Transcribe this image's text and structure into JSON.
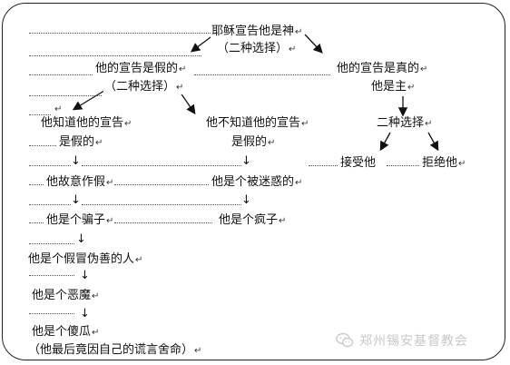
{
  "paragraph_mark": "↵",
  "down_arrow": "↓",
  "nodes": {
    "root_line1": "耶稣宣告他是神",
    "root_line2": "（二种选择）",
    "false_line1": "他的宣告是假的",
    "false_line2": "（二种选择）",
    "true_line1": "他的宣告是真的",
    "true_line2": "他是主",
    "knows_line1": "他知道他的宣告",
    "knows_line2": "是假的",
    "notknows_line1": "他不知道他的宣告",
    "notknows_line2": "是假的",
    "two_choices": "二种选择",
    "accept": "接受他",
    "reject": "拒绝他",
    "deliberate": "他故意作假",
    "deceived": "他是个被迷惑的",
    "liar": "他是个骗子",
    "lunatic": "他是个疯子",
    "hypocrite": "他是个假冒伪善的人",
    "demon": "他是个恶魔",
    "fool": "他是个傻瓜",
    "died_for_lie": "（他最后竟因自己的谎言舍命）"
  },
  "watermark": {
    "text": "郑州锡安基督教会",
    "icon": "wechat-icon"
  }
}
